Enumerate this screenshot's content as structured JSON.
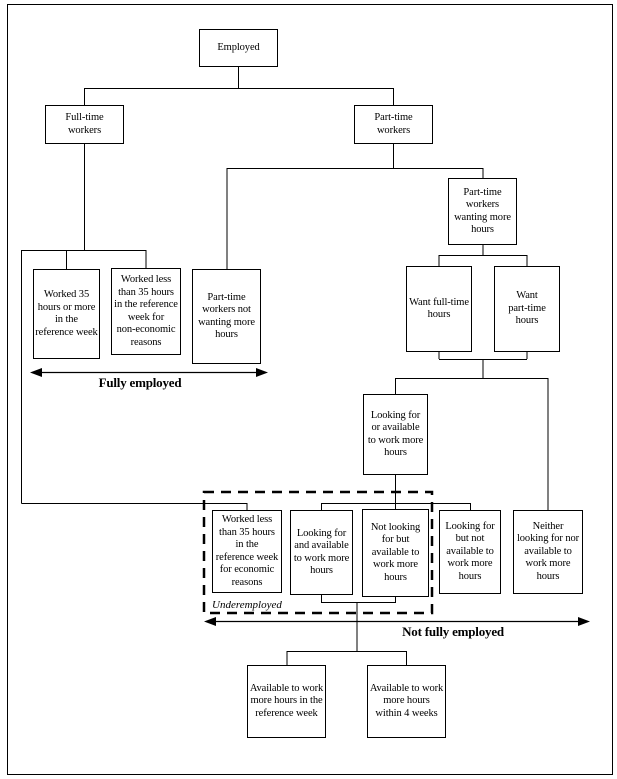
{
  "diagram": {
    "nodes": {
      "employed": {
        "label": "Employed"
      },
      "full_time_workers": {
        "label": "Full-time\nworkers"
      },
      "part_time_workers": {
        "label": "Part-time\nworkers"
      },
      "pt_wanting_more": {
        "label": "Part-time\nworkers\nwanting more\nhours"
      },
      "worked_35_or_more": {
        "label": "Worked 35\nhours or more\nin the\nreference week"
      },
      "worked_lt35_non_economic": {
        "label": "Worked less\nthan 35 hours\nin the reference\nweek for\nnon-economic\nreasons"
      },
      "pt_not_wanting": {
        "label": "Part-time\nworkers not\nwanting more\nhours"
      },
      "want_full_time": {
        "label": "Want full-time\nhours"
      },
      "want_part_time": {
        "label": "Want\npart-time\nhours"
      },
      "looking_or_available": {
        "label": "Looking for\nor available\nto work more\nhours"
      },
      "worked_lt35_economic": {
        "label": "Worked less\nthan 35 hours\nin the\nreference week\nfor economic\nreasons"
      },
      "looking_and_available": {
        "label": "Looking for\nand available\nto work more\nhours"
      },
      "not_looking_but_available": {
        "label": "Not looking\nfor but\navailable to\nwork more\nhours"
      },
      "looking_but_not_available": {
        "label": "Looking for\nbut not\navailable to\nwork more\nhours"
      },
      "neither_looking_nor_available": {
        "label": "Neither\nlooking for nor\navailable to\nwork more\nhours"
      },
      "available_reference_week": {
        "label": "Available to work\nmore hours in the\nreference week"
      },
      "available_4_weeks": {
        "label": "Available to work\nmore hours\nwithin 4 weeks"
      }
    },
    "annotations": {
      "fully_employed": "Fully employed",
      "underemployed": "Underemployed",
      "not_fully_employed": "Not fully employed"
    },
    "colors": {
      "line": "#000000",
      "background": "#ffffff"
    }
  }
}
